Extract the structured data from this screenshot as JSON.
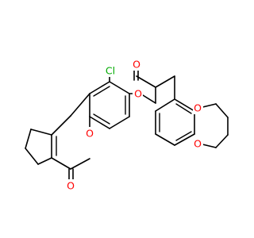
{
  "colors": {
    "bond": "#000000",
    "oxygen": "#ff0000",
    "chlorine": "#00aa00",
    "background": "#ffffff"
  },
  "atoms": {
    "cl": "Cl",
    "o_ether": "O",
    "o_ketone": "O",
    "o_dioxepine_top": "O",
    "o_dioxepine_bottom": "O",
    "o_pyranone_ring": "O",
    "o_lactone_carbonyl": "O"
  }
}
